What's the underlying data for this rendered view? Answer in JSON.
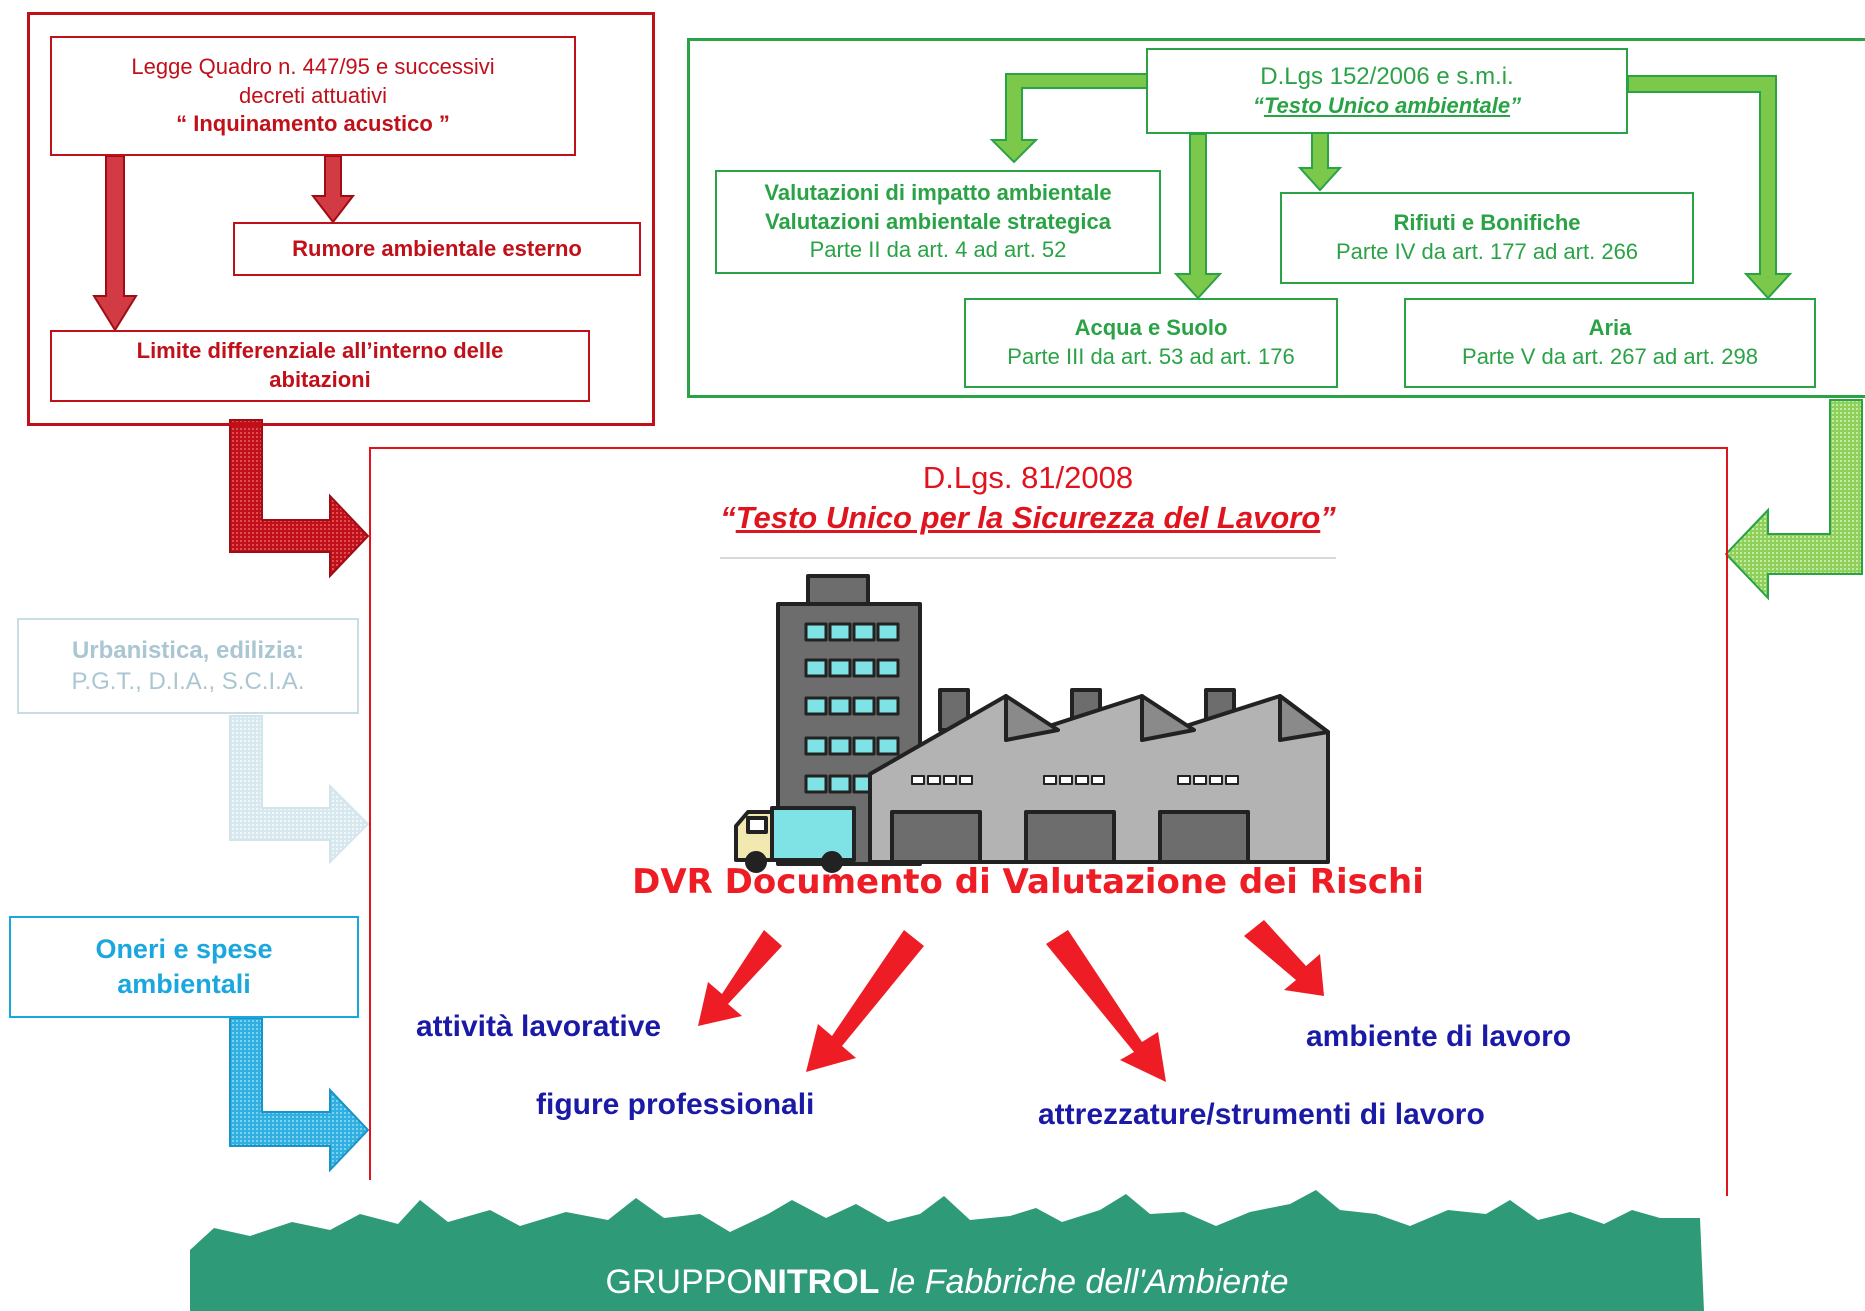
{
  "noise_panel": {
    "law_line1": "Legge Quadro n. 447/95 e successivi",
    "law_line2": "decreti attuativi",
    "law_line3": "“ Inquinamento acustico ”",
    "external_noise": "Rumore ambientale esterno",
    "diff_limit_line1": "Limite differenziale all’interno delle",
    "diff_limit_line2": "abitazioni"
  },
  "environment_panel": {
    "law_line1": "D.Lgs 152/2006 e s.m.i.",
    "law_quote_open": "“",
    "law_line2": "Testo Unico ambientale",
    "law_quote_close": "”",
    "via_line1": "Valutazioni di impatto ambientale",
    "via_line2": "Valutazioni ambientale strategica",
    "via_line3": "Parte II da art. 4 ad art. 52",
    "waste_title": "Rifiuti e Bonifiche",
    "waste_ref": "Parte IV da art. 177 ad art. 266",
    "water_title": "Acqua e Suolo",
    "water_ref": "Parte III  da art. 53 ad art. 176",
    "air_title": "Aria",
    "air_ref": "Parte V da art. 267 ad art. 298"
  },
  "side_boxes": {
    "urban_line1": "Urbanistica, edilizia:",
    "urban_line2": "P.G.T., D.I.A., S.C.I.A.",
    "costs_line1": "Oneri e spese",
    "costs_line2": "ambientali"
  },
  "safety_panel": {
    "law_line1": "D.Lgs. 81/2008",
    "law_quote_open": "“",
    "law_line2": "Testo Unico per la Sicurezza del Lavoro",
    "law_quote_close": "”",
    "dvr_title": "DVR Documento di Valutazione dei Rischi",
    "item_activities": "attività lavorative",
    "item_roles": "figure professionali",
    "item_equipment": "attrezzature/strumenti di lavoro",
    "item_environment": "ambiente di lavoro"
  },
  "footer": {
    "brand_light": "GRUPPO",
    "brand_bold": "NITROL",
    "tagline": "le Fabbriche dell'Ambiente"
  },
  "colors": {
    "red": "#c0101a",
    "green": "#2aa246",
    "arrow_green": "#7cc84a",
    "light_blue": "#b8d3de",
    "blue": "#1aa7dd",
    "navy": "#1a1aa6",
    "footer_green": "#2e9a77"
  }
}
